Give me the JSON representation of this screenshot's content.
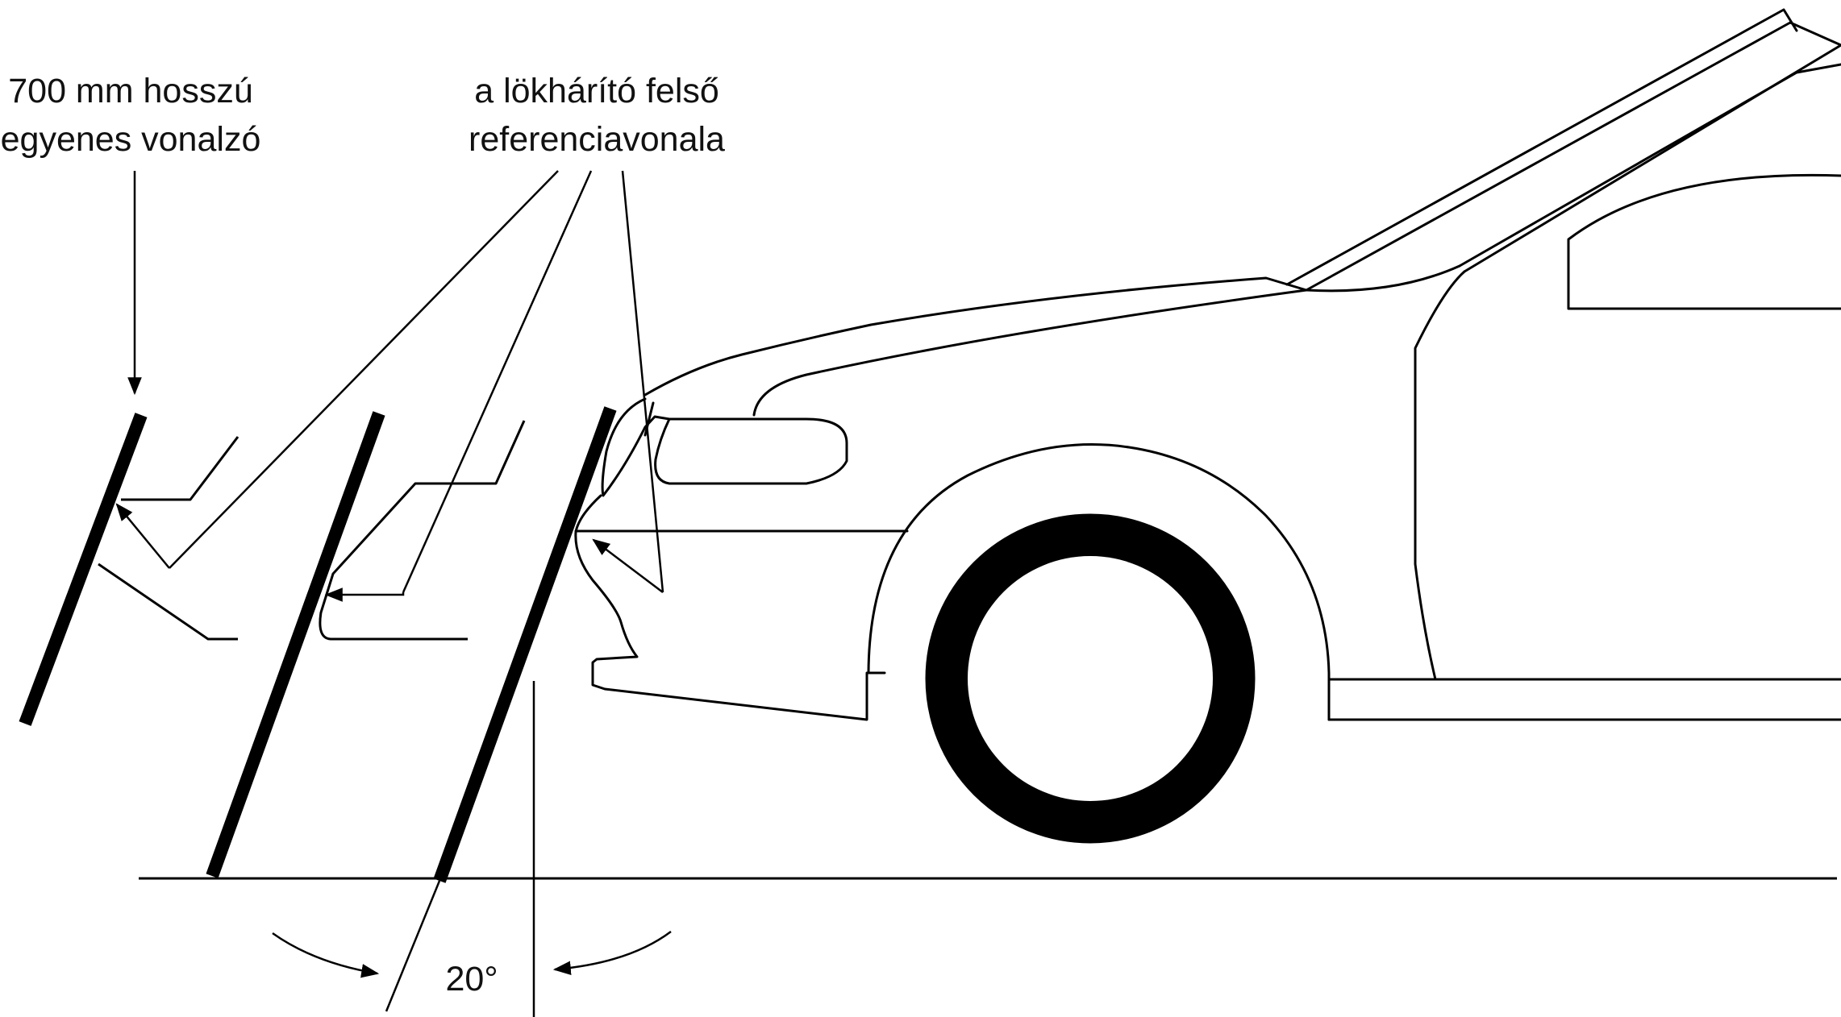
{
  "labels": {
    "ruler": {
      "line1": "700 mm hosszú",
      "line2": "egyenes vonalzó"
    },
    "reference_line": {
      "line1": "a lökhárító felső",
      "line2": "referenciavonala"
    },
    "angle": "20°"
  },
  "colors": {
    "ink": "#000000",
    "background": "#ffffff"
  }
}
